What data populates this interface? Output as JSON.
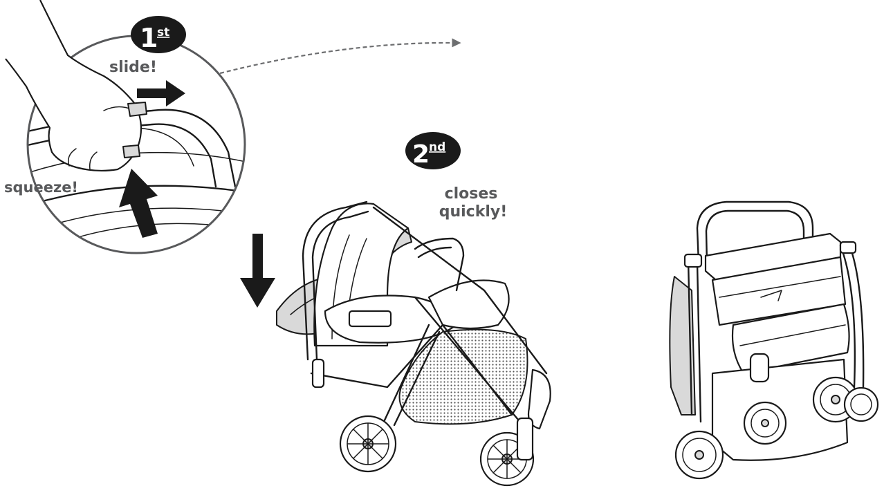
{
  "steps": [
    {
      "number": "1",
      "suffix": "st",
      "action": "slide!"
    },
    {
      "number": "2",
      "suffix": "nd",
      "action": "closes quickly!"
    }
  ],
  "labels": {
    "squeeze": "squeeze!",
    "closes_line1": "closes",
    "closes_line2": "quickly!"
  },
  "colors": {
    "label_gray": "#58595b",
    "badge_fill": "#1a1a1a",
    "dashed_arrow": "#6d6e70",
    "circle_stroke": "#58595b"
  },
  "icons": [
    "hand-icon",
    "slide-arrow-icon",
    "squeeze-arrow-icon",
    "down-arrow-icon",
    "dashed-arrow-icon"
  ]
}
